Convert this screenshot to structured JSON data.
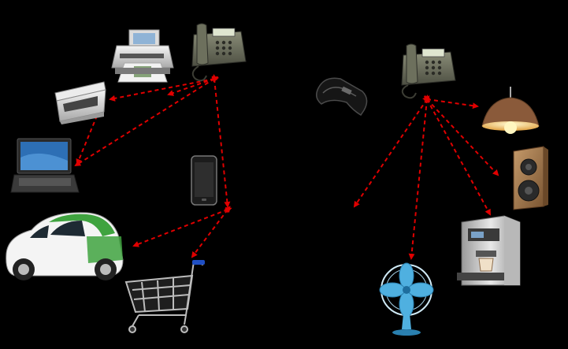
{
  "diagram": {
    "background": "#000000",
    "arrow_color": "#e00000",
    "clusters": [
      {
        "hub": "left-phone-hub",
        "devices": [
          "printer",
          "telephone",
          "scanner",
          "laptop",
          "smartphone",
          "electric-car",
          "shopping-cart"
        ],
        "connections": [
          [
            "telephone",
            "printer"
          ],
          [
            "telephone",
            "scanner"
          ],
          [
            "telephone",
            "laptop"
          ],
          [
            "telephone",
            "smartphone"
          ],
          [
            "scanner",
            "laptop"
          ],
          [
            "smartphone",
            "electric-car"
          ],
          [
            "smartphone",
            "shopping-cart"
          ]
        ]
      },
      {
        "hub": "right-phone-hub",
        "devices": [
          "telephone",
          "wristband",
          "ceiling-lamp",
          "speaker",
          "coffee-machine",
          "desk-fan"
        ],
        "connections": [
          [
            "telephone",
            "ceiling-lamp"
          ],
          [
            "telephone",
            "speaker"
          ],
          [
            "telephone",
            "coffee-machine"
          ],
          [
            "telephone",
            "desk-fan"
          ],
          [
            "telephone",
            "wristband"
          ]
        ]
      }
    ]
  }
}
